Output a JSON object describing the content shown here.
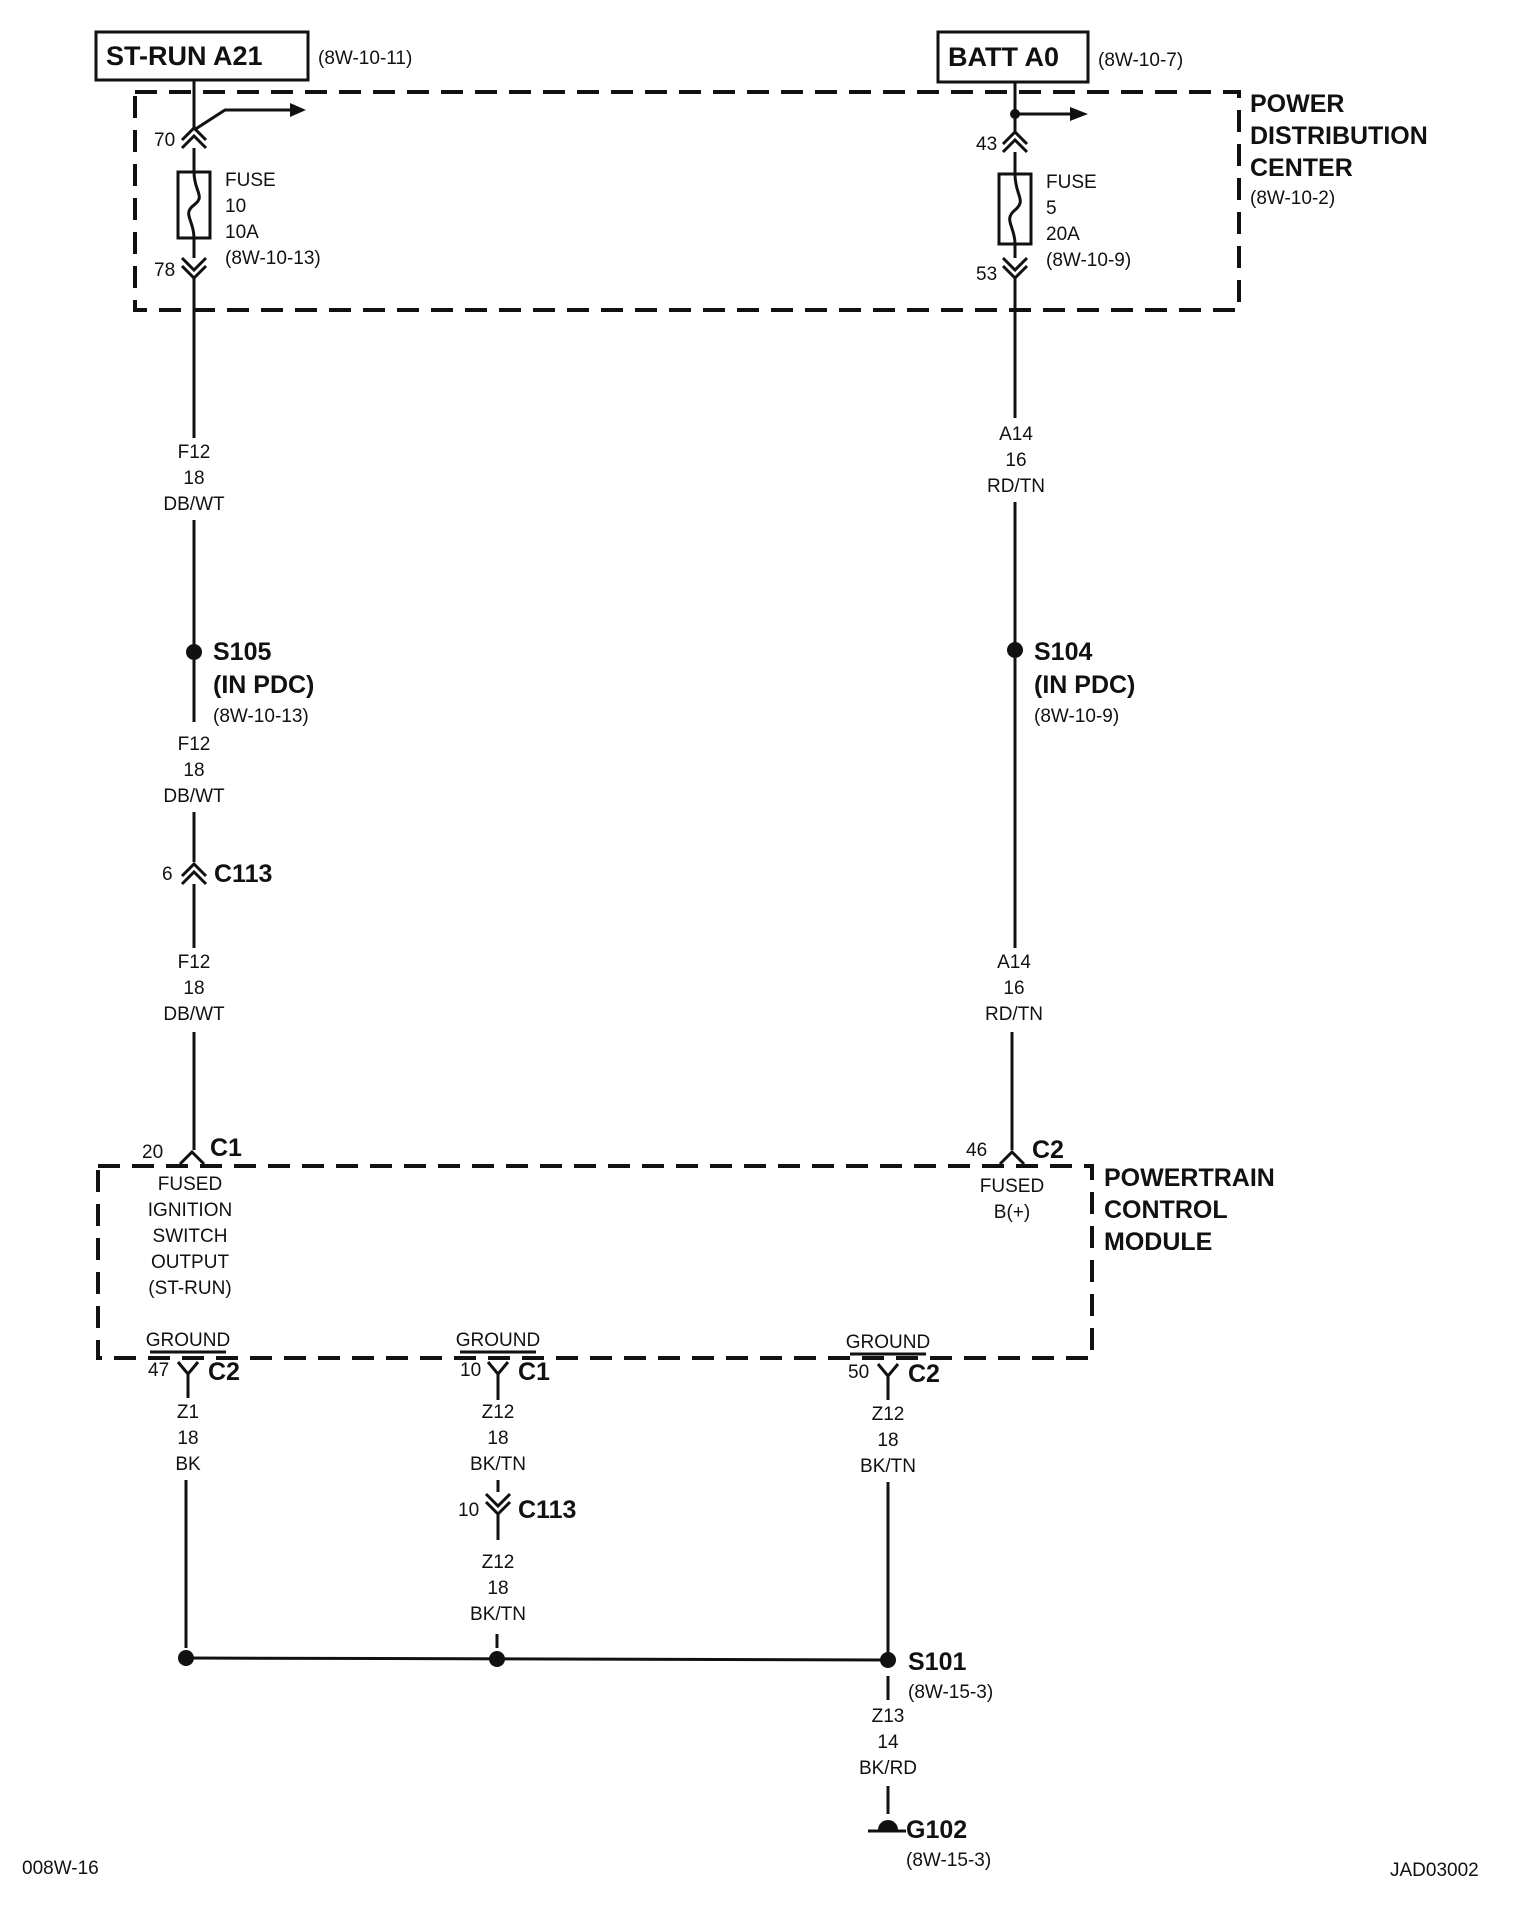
{
  "sources": {
    "st_run": {
      "label": "ST-RUN A21",
      "ref": "(8W-10-11)"
    },
    "batt": {
      "label": "BATT A0",
      "ref": "(8W-10-7)"
    }
  },
  "pdc": {
    "title_lines": [
      "POWER",
      "DISTRIBUTION",
      "CENTER"
    ],
    "ref": "(8W-10-2)",
    "fuse10": {
      "pin_in": "70",
      "pin_out": "78",
      "lines": [
        "FUSE",
        "10",
        "10A",
        "(8W-10-13)"
      ]
    },
    "fuse5": {
      "pin_in": "43",
      "pin_out": "53",
      "lines": [
        "FUSE",
        "5",
        "20A",
        "(8W-10-9)"
      ]
    }
  },
  "wires": {
    "f12_top": [
      "F12",
      "18",
      "DB/WT"
    ],
    "f12_mid": [
      "F12",
      "18",
      "DB/WT"
    ],
    "f12_bot": [
      "F12",
      "18",
      "DB/WT"
    ],
    "a14_top": [
      "A14",
      "16",
      "RD/TN"
    ],
    "a14_bot": [
      "A14",
      "16",
      "RD/TN"
    ],
    "z1": [
      "Z1",
      "18",
      "BK"
    ],
    "z12_left": [
      "Z12",
      "18",
      "BK/TN"
    ],
    "z12_left_low": [
      "Z12",
      "18",
      "BK/TN"
    ],
    "z12_right": [
      "Z12",
      "18",
      "BK/TN"
    ],
    "z13": [
      "Z13",
      "14",
      "BK/RD"
    ]
  },
  "splices": {
    "s105": {
      "label": "S105",
      "sub": "(IN PDC)",
      "ref": "(8W-10-13)"
    },
    "s104": {
      "label": "S104",
      "sub": "(IN PDC)",
      "ref": "(8W-10-9)"
    },
    "s101": {
      "label": "S101",
      "ref": "(8W-15-3)"
    }
  },
  "connectors": {
    "c113_top": {
      "pin": "6",
      "label": "C113"
    },
    "c113_bot": {
      "pin": "10",
      "label": "C113"
    },
    "pcm_c1_in": {
      "pin": "20",
      "label": "C1"
    },
    "pcm_c2_in": {
      "pin": "46",
      "label": "C2"
    },
    "gnd1": {
      "pin": "47",
      "label": "C2",
      "func": "GROUND"
    },
    "gnd2": {
      "pin": "10",
      "label": "C1",
      "func": "GROUND"
    },
    "gnd3": {
      "pin": "50",
      "label": "C2",
      "func": "GROUND"
    }
  },
  "pcm": {
    "title_lines": [
      "POWERTRAIN",
      "CONTROL",
      "MODULE"
    ],
    "ign_lines": [
      "FUSED",
      "IGNITION",
      "SWITCH",
      "OUTPUT",
      "(ST-RUN)"
    ],
    "b_lines": [
      "FUSED",
      "B(+)"
    ]
  },
  "ground": {
    "label": "G102",
    "ref": "(8W-15-3)"
  },
  "footer": {
    "left": "008W-16",
    "right": "JAD03002"
  }
}
